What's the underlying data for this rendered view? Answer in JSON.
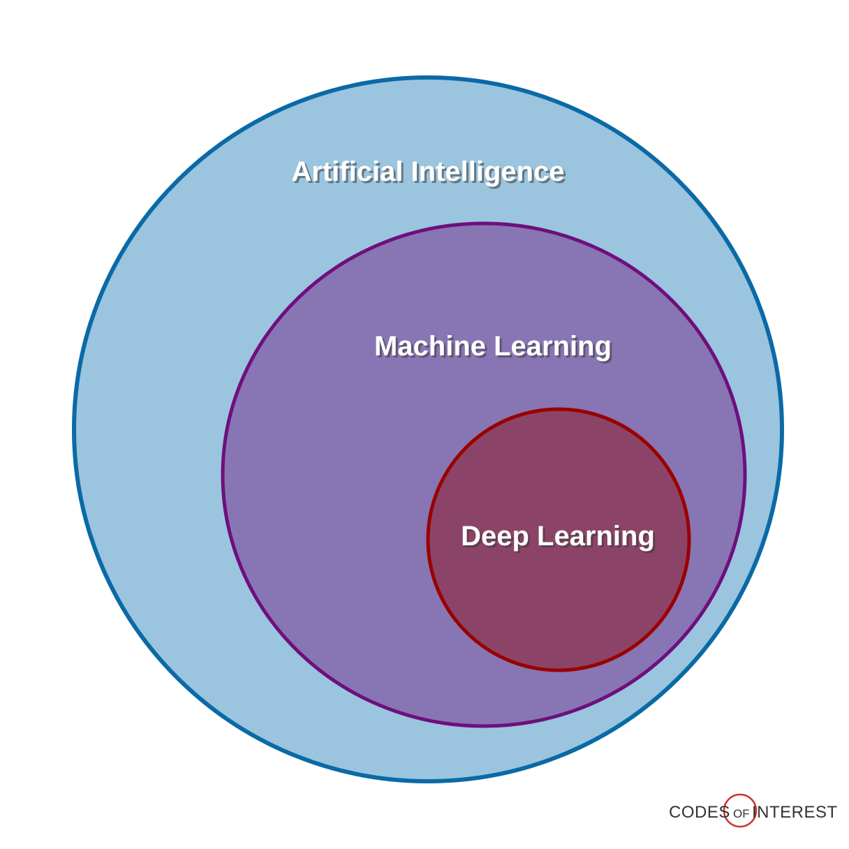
{
  "diagram": {
    "sets": [
      {
        "label": "Artificial Intelligence",
        "fill": "#9bc4de",
        "stroke": "#0a6aa6"
      },
      {
        "label": "Machine Learning",
        "fill": "#8875b3",
        "stroke": "#6e0f7d"
      },
      {
        "label": "Deep Learning",
        "fill": "#8b4467",
        "stroke": "#9a0000"
      }
    ]
  },
  "logo": {
    "part1": "CODES",
    "part2": "OF",
    "part3": "INTEREST",
    "ring_color": "#cc3333"
  }
}
